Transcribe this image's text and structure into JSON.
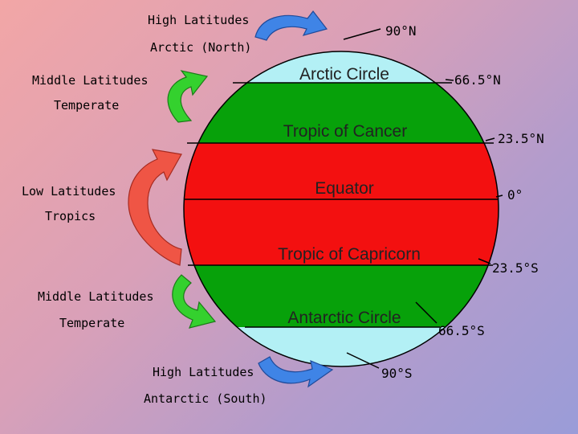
{
  "colors": {
    "polar": "#b3f0f5",
    "temperate": "#07a10a",
    "tropics": "#f31010",
    "arrow_blue": "#3f84e6",
    "arrow_green": "#34d12e",
    "arrow_red": "#ef5545"
  },
  "zones": {
    "arctic_circle": "Arctic Circle",
    "tropic_of_cancer": "Tropic of Cancer",
    "equator": "Equator",
    "tropic_of_capricorn": "Tropic of Capricorn",
    "antarctic_circle": "Antarctic Circle"
  },
  "degrees": {
    "n90": "90°N",
    "n66": "66.5°N",
    "n23": "23.5°N",
    "eq": "0°",
    "s23": "23.5°S",
    "s66": "66.5°S",
    "s90": "90°S"
  },
  "labels": {
    "high_lat_north": "High Latitudes",
    "arctic_north": "Arctic (North)",
    "mid_lat_north": "Middle Latitudes",
    "temperate_north": "Temperate",
    "low_lat": "Low Latitudes",
    "tropics": "Tropics",
    "mid_lat_south": "Middle Latitudes",
    "temperate_south": "Temperate",
    "high_lat_south": "High Latitudes",
    "antarctic_south": "Antarctic (South)"
  },
  "icons": {
    "blue": "curved-arrow-icon",
    "green": "curved-arrow-icon",
    "red": "curved-arrow-icon"
  }
}
